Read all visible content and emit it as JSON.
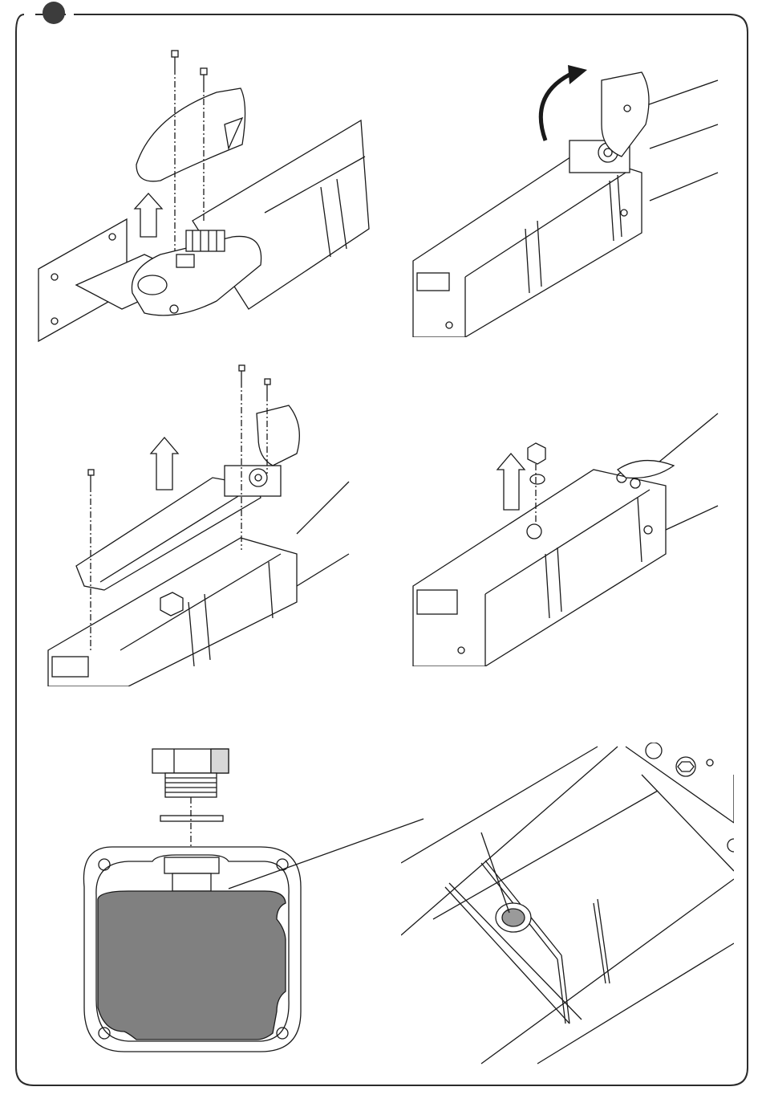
{
  "page": {
    "step_badge_color": "#3c3c3c",
    "frame_color": "#2b2b2b",
    "oil_fill_color": "#808080",
    "line_color": "#1a1a1a"
  },
  "panels": [
    {
      "id": "remove-front-cover",
      "icons": [
        "screw-icon",
        "arrow-up-icon"
      ]
    },
    {
      "id": "open-release-cover",
      "icons": [
        "curved-arrow-icon"
      ]
    },
    {
      "id": "remove-top-cover",
      "icons": [
        "screw-icon",
        "arrow-up-icon"
      ]
    },
    {
      "id": "remove-oil-plug",
      "icons": [
        "hex-plug-icon",
        "washer-icon",
        "arrow-up-icon"
      ]
    },
    {
      "id": "oil-level-section",
      "icons": [
        "hex-plug-icon",
        "washer-icon"
      ]
    },
    {
      "id": "oil-hole-detail",
      "icons": [
        "oil-hole-icon"
      ]
    }
  ]
}
